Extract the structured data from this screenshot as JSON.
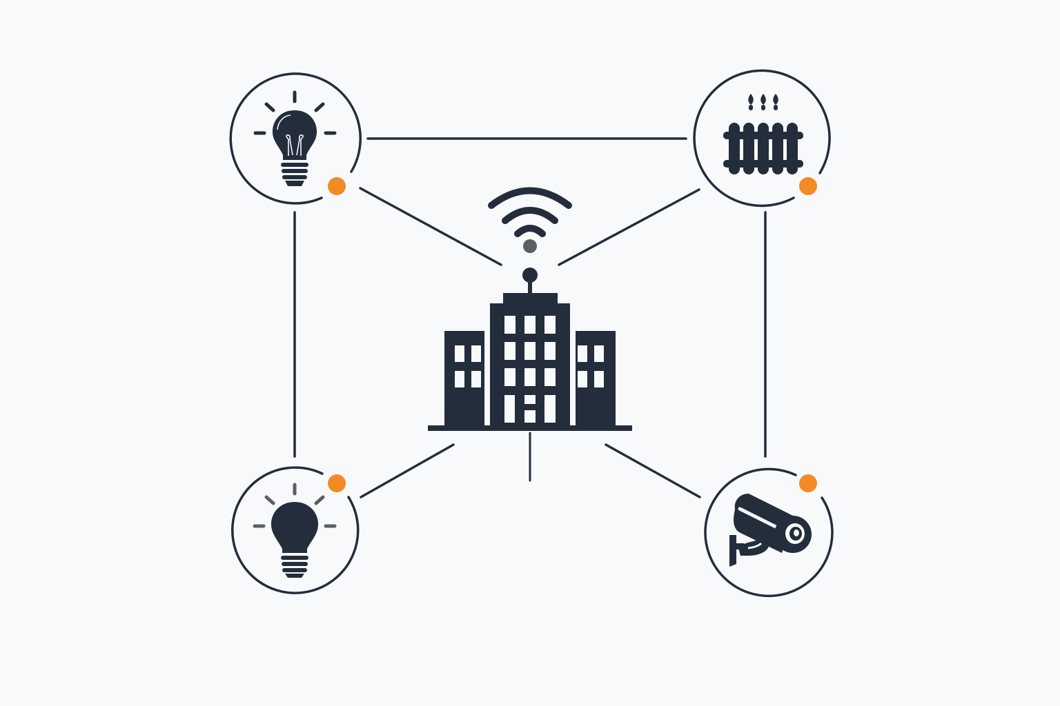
{
  "colors": {
    "background": "#f7f9fb",
    "ink": "#232d3b",
    "accent": "#f28a26",
    "muted": "#5a5f66"
  },
  "hub": {
    "icon": "office-building-icon",
    "signal_icon": "wifi-signal-icon"
  },
  "nodes": [
    {
      "id": "light-top",
      "icon": "lightbulb-icon",
      "status_dot": true
    },
    {
      "id": "heating",
      "icon": "radiator-icon",
      "status_dot": true
    },
    {
      "id": "light-bottom",
      "icon": "lightbulb-icon",
      "status_dot": true
    },
    {
      "id": "security-camera",
      "icon": "security-camera-icon",
      "status_dot": true
    }
  ]
}
